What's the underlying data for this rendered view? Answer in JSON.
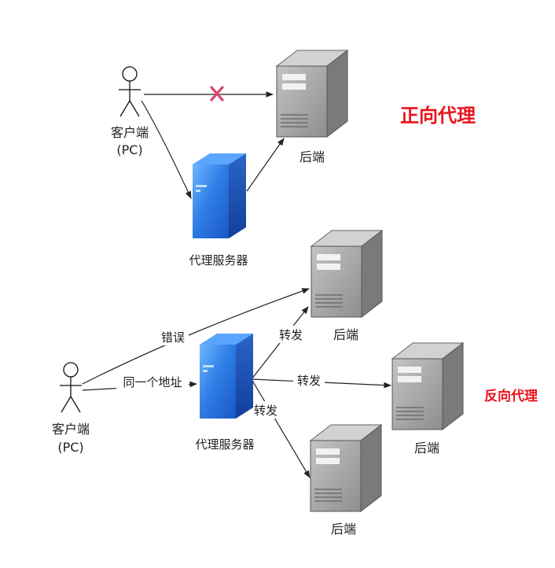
{
  "forward": {
    "title": "正向代理",
    "client_line1": "客户端",
    "client_line2": "(PC)",
    "backend_label": "后端",
    "proxy_label": "代理服务器"
  },
  "reverse": {
    "title": "反向代理",
    "client_line1": "客户端",
    "client_line2": "(PC)",
    "proxy_label": "代理服务器",
    "edge_error": "错误",
    "edge_same_address": "同一个地址",
    "edge_forward_1": "转发",
    "edge_forward_2": "转发",
    "edge_forward_3": "转发",
    "backend_1_label": "后端",
    "backend_2_label": "后端",
    "backend_3_label": "后端"
  },
  "colors": {
    "title_red": "#e8141c",
    "blocked_x": "#d9446c",
    "proxy_blue": "#1f66d6",
    "server_gray": "#9a9a9a"
  }
}
